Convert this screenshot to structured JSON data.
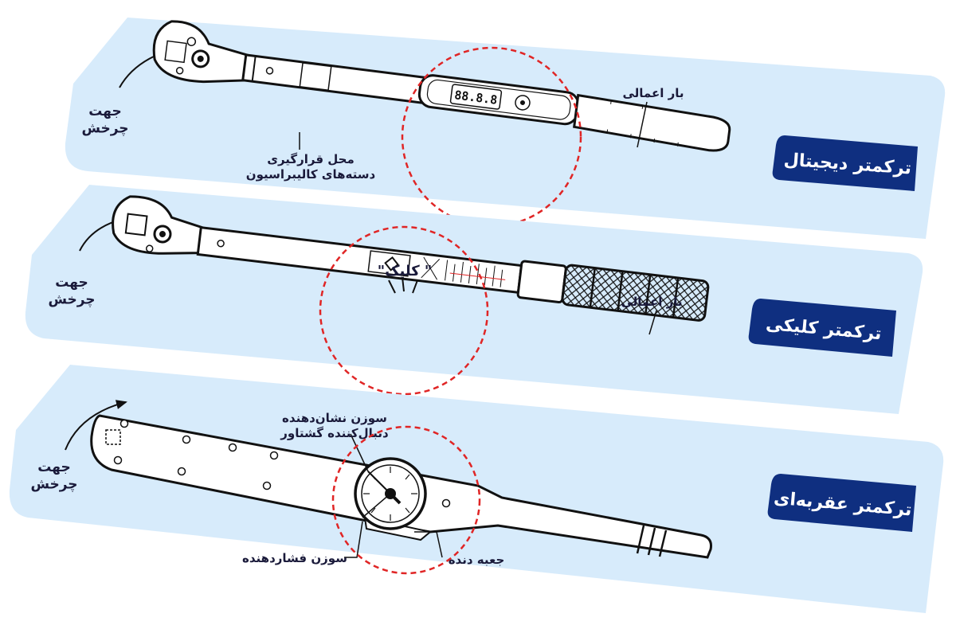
{
  "panels": [
    {
      "title": "ترکمتر دیجیتال",
      "rotation_label": "جهت\nچرخش",
      "applied_load_label": "بار اعمالی",
      "calibration_label": "محل قرارگیری\nدسته‌های کالیبراسیون",
      "display_text": "88.8.8"
    },
    {
      "title": "ترکمتر کلیکی",
      "rotation_label": "جهت\nچرخش",
      "applied_load_label": "بار اعمالی",
      "click_label": "\" کلیک\""
    },
    {
      "title": "ترکمتر عقربه‌ای",
      "rotation_label": "جهت\nچرخش",
      "follower_needle_label": "سوزن نشان‌دهنده\nدنبال‌کننده گشتاور",
      "pressure_needle_label": "سوزن فشاردهنده",
      "gear_box_label": "جعبه دنده"
    }
  ],
  "colors": {
    "panel_bg": "#d7ebfb",
    "title_bg": "#0f2f80",
    "outline": "#111111",
    "highlight": "#e02525",
    "text": "#1a1a3a"
  }
}
